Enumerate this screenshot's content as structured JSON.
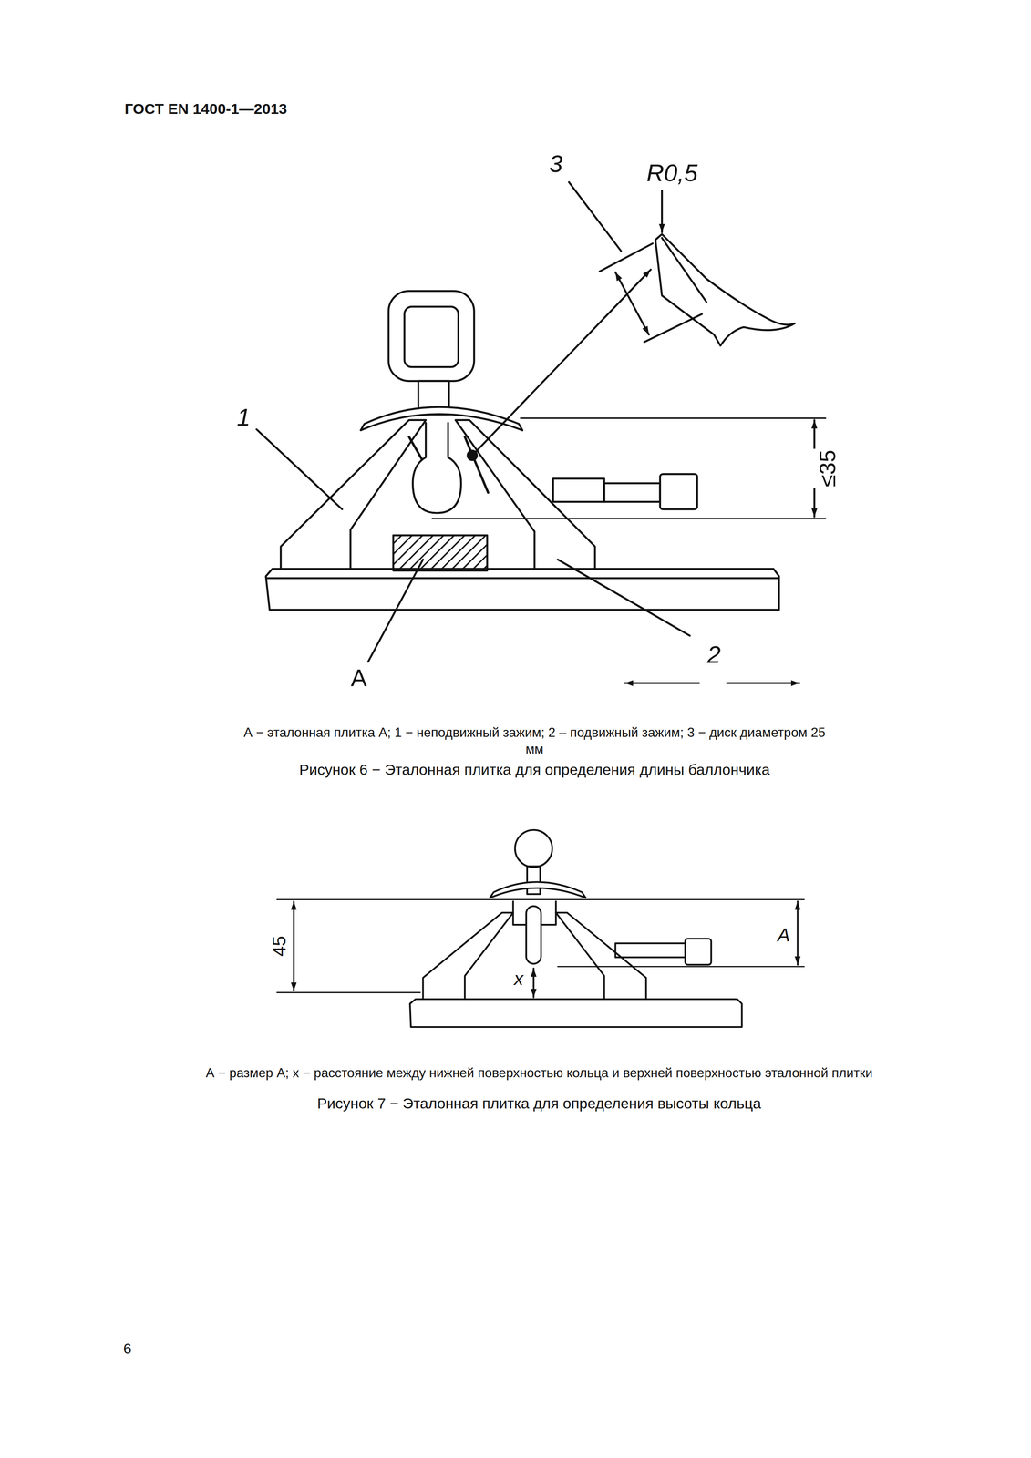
{
  "diagram": {
    "labels": [
      "ГОСТ EN 1400-1—2013",
      "3",
      "R0,5",
      "1",
      "≤35",
      "A",
      "2",
      "А − эталонная плитка А; 1 − неподвижный зажим; 2 – подвижный зажим; 3 − диск диаметром 25 мм",
      "Рисунок 6 − Эталонная плитка для определения длины баллончика",
      "45",
      "A",
      "x",
      "А − размер А; х − расстояние между нижней поверхностью кольца и верхней поверхностью эталонной плитки",
      "Рисунок 7 − Эталонная плитка для определения высоты кольца",
      "6"
    ]
  }
}
